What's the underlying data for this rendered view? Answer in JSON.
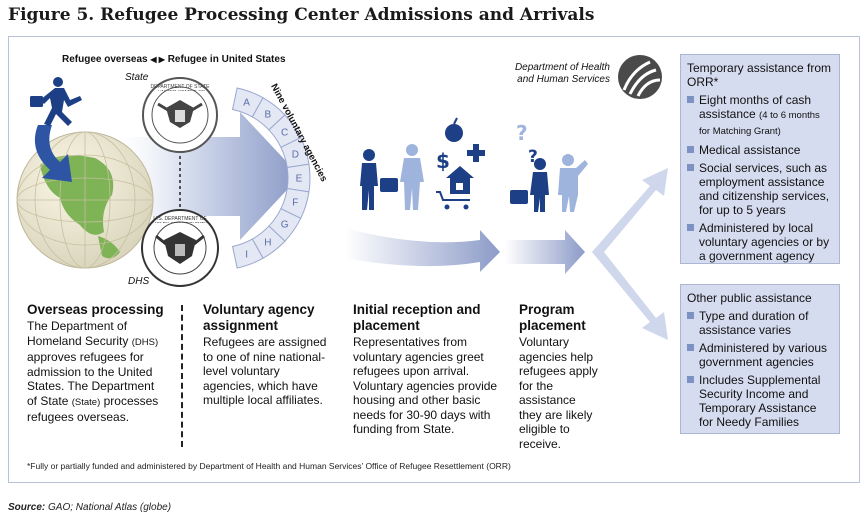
{
  "title": "Figure 5. Refugee Processing Center Admissions and Arrivals",
  "header": {
    "overseas_label": "Refugee overseas",
    "arrows": "◀ ▶",
    "us_label": "Refugee in United States",
    "state_label": "State",
    "dhs_label": "DHS",
    "hhs_label": "Department of Health and Human Services"
  },
  "seals": {
    "state_text": "DEPARTMENT OF STATE · UNITED STATES OF AMERICA",
    "dhs_text": "U.S. DEPARTMENT OF HOMELAND SECURITY"
  },
  "agencies": {
    "label": "Nine voluntary agencies",
    "letters": [
      "A",
      "B",
      "C",
      "D",
      "E",
      "F",
      "G",
      "H",
      "I"
    ]
  },
  "columns": {
    "overseas": {
      "title": "Overseas processing",
      "p1": "The Department of Homeland Security",
      "p1_abbr": "(DHS)",
      "p1_rest": "approves refugees for admission to the United States. The Department of",
      "p2_state": "State",
      "p2_abbr": "(State)",
      "p2_rest": "processes refugees overseas."
    },
    "voluntary": {
      "title": "Voluntary agency assignment",
      "text": "Refugees are assigned to one of nine national-level voluntary agencies, which have multiple local affiliates."
    },
    "reception": {
      "title": "Initial reception and placement",
      "text": "Representatives from voluntary agencies greet refugees upon arrival. Voluntary agencies provide housing and other basic needs for 30-90 days with funding from State."
    },
    "program": {
      "title": "Program placement",
      "text": "Voluntary agencies help refugees apply for the assistance they are likely eligible to receive."
    }
  },
  "panel_orr": {
    "heading": "Temporary assistance from ORR*",
    "b1_main": "Eight months of cash assistance",
    "b1_small": "(4 to 6 months for Matching Grant)",
    "b2": "Medical assistance",
    "b3": "Social services, such as employment assistance and citizenship services, for up to 5 years",
    "b4": "Administered by local voluntary agencies or by a government agency"
  },
  "panel_other": {
    "heading": "Other public assistance",
    "b1": "Type and duration of assistance varies",
    "b2": "Administered by various government agencies",
    "b3": "Includes Supplemental Security Income and Temporary Assistance for Needy Families"
  },
  "footnote": "*Fully or partially funded and administered by Department of Health and Human Services’ Office of Refugee Resettlement (ORR)",
  "source": {
    "label": "Source:",
    "text": "GAO; National Atlas (globe)"
  },
  "colors": {
    "arrow_light": "#e3e8f4",
    "arrow_dark": "#8796c4",
    "figure_blue": "#1c3f86",
    "figure_light": "#9fb4dd",
    "panel_bg": "#d5dcef",
    "bullet": "#7d92c2"
  }
}
